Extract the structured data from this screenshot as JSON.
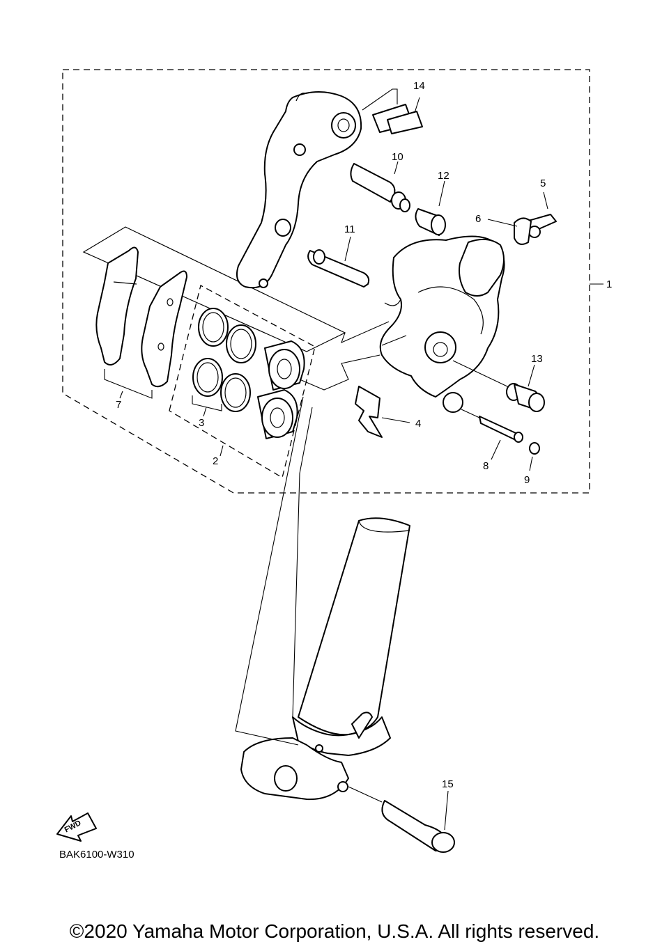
{
  "callouts": [
    {
      "id": "p1",
      "label": "1"
    },
    {
      "id": "p2",
      "label": "2"
    },
    {
      "id": "p3",
      "label": "3"
    },
    {
      "id": "p4",
      "label": "4"
    },
    {
      "id": "p5",
      "label": "5"
    },
    {
      "id": "p6",
      "label": "6"
    },
    {
      "id": "p7",
      "label": "7"
    },
    {
      "id": "p8",
      "label": "8"
    },
    {
      "id": "p9",
      "label": "9"
    },
    {
      "id": "p10",
      "label": "10"
    },
    {
      "id": "p11",
      "label": "11"
    },
    {
      "id": "p12",
      "label": "12"
    },
    {
      "id": "p13",
      "label": "13"
    },
    {
      "id": "p14",
      "label": "14"
    },
    {
      "id": "p15",
      "label": "15"
    }
  ],
  "fwd_label": "FWD",
  "drawing_code": "BAK6100-W310",
  "copyright": "©2020 Yamaha Motor Corporation, U.S.A. All rights reserved."
}
